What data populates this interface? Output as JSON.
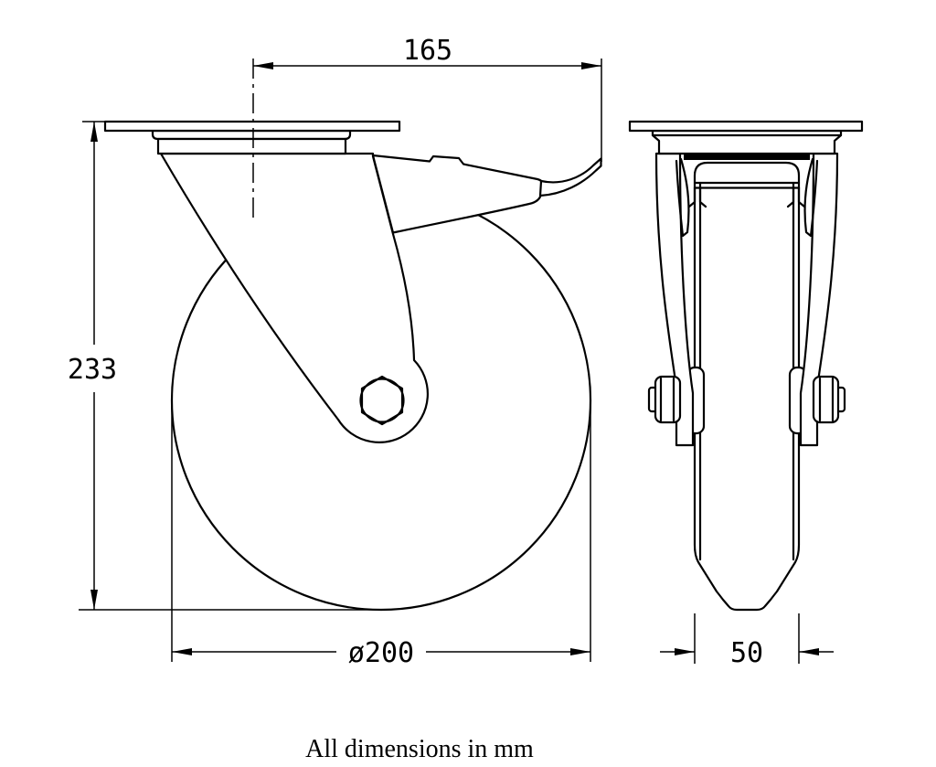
{
  "note": "All dimensions in mm",
  "dims": {
    "plate_offset": "165",
    "overall_height": "233",
    "wheel_diameter": "ø200",
    "wheel_width": "50"
  },
  "views": {
    "side_view": "swivel-castor-side-view-with-brake",
    "front_view": "swivel-castor-front-view"
  },
  "colors": {
    "line": "#000000",
    "background": "#ffffff"
  }
}
